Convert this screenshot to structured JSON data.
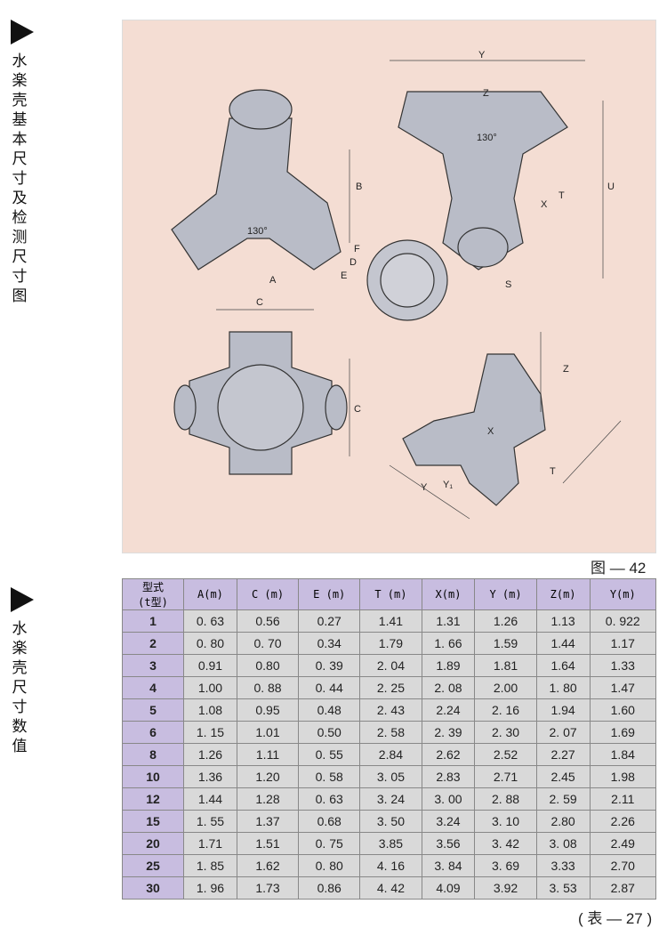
{
  "side": {
    "title1": "水楽壳基本尺寸及检测尺寸图",
    "title2": "水楽壳尺寸数值"
  },
  "figure": {
    "caption": "图 — 42",
    "labels": {
      "angle": "130°",
      "A": "A",
      "B": "B",
      "C": "C",
      "D": "D",
      "E": "E",
      "F": "F",
      "T": "T",
      "X": "X",
      "Y": "Y",
      "Z": "Z",
      "U": "U",
      "S": "S",
      "Y1": "Y₁"
    }
  },
  "table": {
    "caption": "( 表 — 27 )",
    "headers": [
      "型式\n(t型)",
      "A(m)",
      "C (m)",
      "E (m)",
      "T (m)",
      "X(m)",
      "Y (m)",
      "Z(m)",
      "Y(m)"
    ],
    "rows": [
      [
        "1",
        "0. 63",
        "0.56",
        "0.27",
        "1.41",
        "1.31",
        "1.26",
        "1.13",
        "0. 922"
      ],
      [
        "2",
        "0. 80",
        "0. 70",
        "0.34",
        "1.79",
        "1. 66",
        "1.59",
        "1.44",
        "1.17"
      ],
      [
        "3",
        "0.91",
        "0.80",
        "0. 39",
        "2. 04",
        "1.89",
        "1.81",
        "1.64",
        "1.33"
      ],
      [
        "4",
        "1.00",
        "0. 88",
        "0. 44",
        "2. 25",
        "2. 08",
        "2.00",
        "1. 80",
        "1.47"
      ],
      [
        "5",
        "1.08",
        "0.95",
        "0.48",
        "2. 43",
        "2.24",
        "2. 16",
        "1.94",
        "1.60"
      ],
      [
        "6",
        "1. 15",
        "1.01",
        "0.50",
        "2. 58",
        "2. 39",
        "2. 30",
        "2. 07",
        "1.69"
      ],
      [
        "8",
        "1.26",
        "1.11",
        "0. 55",
        "2.84",
        "2.62",
        "2.52",
        "2.27",
        "1.84"
      ],
      [
        "10",
        "1.36",
        "1.20",
        "0. 58",
        "3. 05",
        "2.83",
        "2.71",
        "2.45",
        "1.98"
      ],
      [
        "12",
        "1.44",
        "1.28",
        "0. 63",
        "3. 24",
        "3. 00",
        "2. 88",
        "2. 59",
        "2.11"
      ],
      [
        "15",
        "1. 55",
        "1.37",
        "0.68",
        "3. 50",
        "3.24",
        "3. 10",
        "2.80",
        "2.26"
      ],
      [
        "20",
        "1.71",
        "1.51",
        "0. 75",
        "3.85",
        "3.56",
        "3. 42",
        "3. 08",
        "2.49"
      ],
      [
        "25",
        "1. 85",
        "1.62",
        "0. 80",
        "4. 16",
        "3. 84",
        "3. 69",
        "3.33",
        "2.70"
      ],
      [
        "30",
        "1. 96",
        "1.73",
        "0.86",
        "4. 42",
        "4.09",
        "3.92",
        "3. 53",
        "2.87"
      ]
    ]
  }
}
